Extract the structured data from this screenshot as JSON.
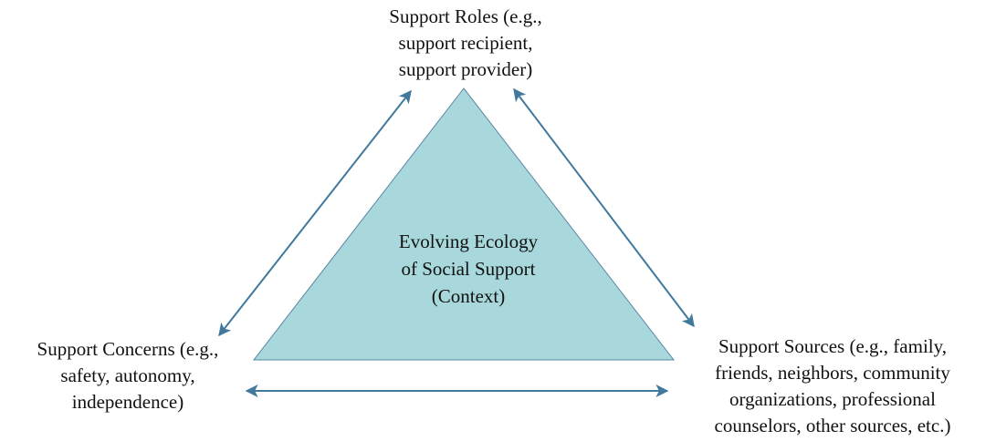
{
  "diagram": {
    "type": "ecology-triangle",
    "colors": {
      "triangle_fill": "#a8d8dc",
      "triangle_stroke": "#5b87a5",
      "arrow": "#41799d",
      "text": "#111111",
      "background": "#ffffff"
    },
    "center": {
      "lines": [
        "Evolving Ecology",
        "of Social Support",
        "(Context)"
      ]
    },
    "nodes": {
      "roles": {
        "lines": [
          "Support Roles (e.g.,",
          "support recipient,",
          "support provider)"
        ]
      },
      "concerns": {
        "lines": [
          "Support Concerns (e.g.,",
          "safety, autonomy,",
          "independence)"
        ]
      },
      "sources": {
        "lines": [
          "Support Sources (e.g., family,",
          "friends, neighbors, community",
          "organizations, professional",
          "counselors, other sources, etc.)"
        ]
      }
    },
    "edges": [
      {
        "from": "concerns",
        "to": "roles",
        "direction": "bidirectional"
      },
      {
        "from": "roles",
        "to": "sources",
        "direction": "bidirectional"
      },
      {
        "from": "concerns",
        "to": "sources",
        "direction": "bidirectional"
      }
    ]
  }
}
